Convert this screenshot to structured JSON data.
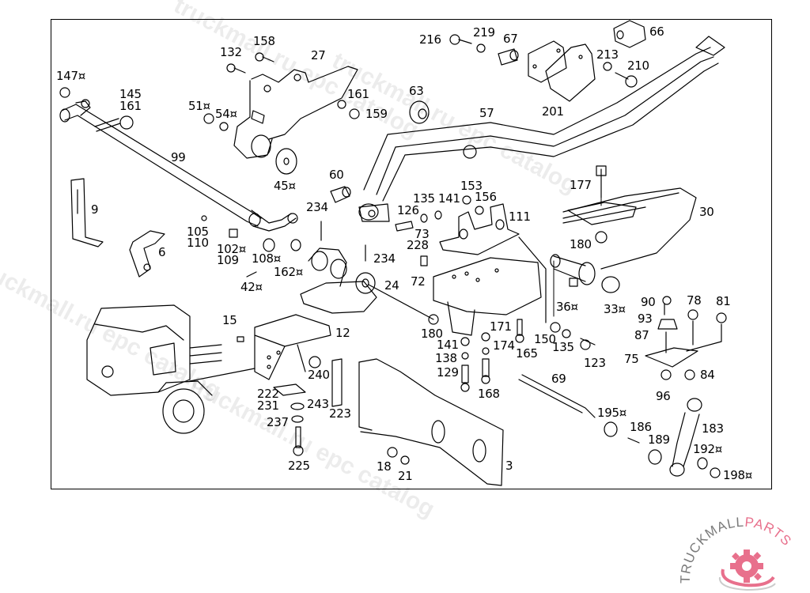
{
  "page": {
    "title": "Rear axle / spring suspension parts diagram",
    "frame_colors": {
      "line": "#000000",
      "background": "#ffffff"
    }
  },
  "watermarks": [
    {
      "text": "truckmall.ru epc catalog"
    },
    {
      "text": "truckmall.ru epc catalog"
    },
    {
      "text": "truckmall.ru epc catalog"
    },
    {
      "text": "truckmall.ru epc catalog"
    }
  ],
  "logo": {
    "text_dark": "TRUCKMALL",
    "text_accent": "PARTS",
    "dark_color": "#7a7a7a",
    "accent_color": "#e8708c",
    "icon": "gear-icon"
  },
  "parts": [
    {
      "id": "147",
      "marker": "¤"
    },
    {
      "id": "145"
    },
    {
      "id": "161"
    },
    {
      "id": "132"
    },
    {
      "id": "158"
    },
    {
      "id": "27"
    },
    {
      "id": "51",
      "marker": "¤"
    },
    {
      "id": "54",
      "marker": "¤"
    },
    {
      "id": "99"
    },
    {
      "id": "45",
      "marker": "¤"
    },
    {
      "id": "161"
    },
    {
      "id": "159"
    },
    {
      "id": "216"
    },
    {
      "id": "219"
    },
    {
      "id": "67"
    },
    {
      "id": "66"
    },
    {
      "id": "213"
    },
    {
      "id": "210"
    },
    {
      "id": "63"
    },
    {
      "id": "57"
    },
    {
      "id": "201"
    },
    {
      "id": "60"
    },
    {
      "id": "177"
    },
    {
      "id": "30"
    },
    {
      "id": "9"
    },
    {
      "id": "6"
    },
    {
      "id": "105"
    },
    {
      "id": "110"
    },
    {
      "id": "102",
      "marker": "¤"
    },
    {
      "id": "109"
    },
    {
      "id": "108",
      "marker": "¤"
    },
    {
      "id": "162",
      "marker": "¤"
    },
    {
      "id": "42",
      "marker": "¤"
    },
    {
      "id": "234"
    },
    {
      "id": "234"
    },
    {
      "id": "24"
    },
    {
      "id": "126"
    },
    {
      "id": "135"
    },
    {
      "id": "141"
    },
    {
      "id": "153"
    },
    {
      "id": "156"
    },
    {
      "id": "111"
    },
    {
      "id": "73"
    },
    {
      "id": "228"
    },
    {
      "id": "72"
    },
    {
      "id": "180"
    },
    {
      "id": "180"
    },
    {
      "id": "36",
      "marker": "¤"
    },
    {
      "id": "33",
      "marker": "¤"
    },
    {
      "id": "90"
    },
    {
      "id": "93"
    },
    {
      "id": "87"
    },
    {
      "id": "78"
    },
    {
      "id": "81"
    },
    {
      "id": "75"
    },
    {
      "id": "84"
    },
    {
      "id": "96"
    },
    {
      "id": "150"
    },
    {
      "id": "135"
    },
    {
      "id": "123"
    },
    {
      "id": "171"
    },
    {
      "id": "141"
    },
    {
      "id": "174"
    },
    {
      "id": "165"
    },
    {
      "id": "138"
    },
    {
      "id": "129"
    },
    {
      "id": "168"
    },
    {
      "id": "69"
    },
    {
      "id": "15"
    },
    {
      "id": "12"
    },
    {
      "id": "240"
    },
    {
      "id": "222"
    },
    {
      "id": "231"
    },
    {
      "id": "243"
    },
    {
      "id": "223"
    },
    {
      "id": "237"
    },
    {
      "id": "225"
    },
    {
      "id": "18"
    },
    {
      "id": "21"
    },
    {
      "id": "3"
    },
    {
      "id": "195",
      "marker": "¤"
    },
    {
      "id": "186"
    },
    {
      "id": "189"
    },
    {
      "id": "183"
    },
    {
      "id": "192",
      "marker": "¤"
    },
    {
      "id": "198",
      "marker": "¤"
    }
  ]
}
